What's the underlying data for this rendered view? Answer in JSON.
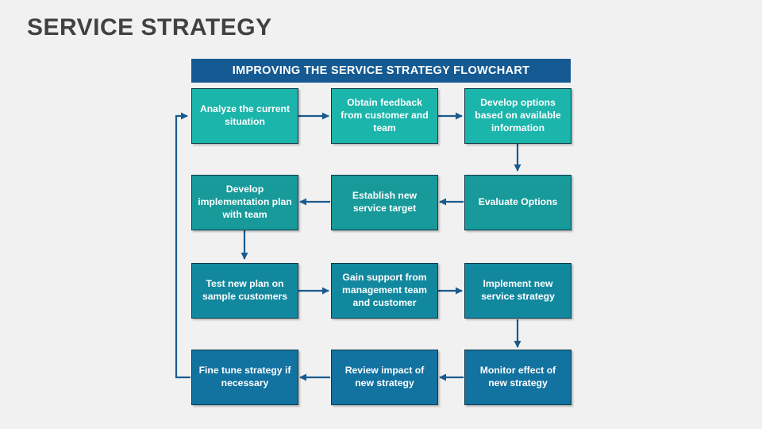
{
  "slide": {
    "title": "SERVICE STRATEGY",
    "background_color": "#f1f1f1",
    "title_color": "#414141"
  },
  "flowchart": {
    "banner_title": "IMPROVING THE SERVICE STRATEGY FLOWCHART",
    "banner_color": "#155a92",
    "connector_color": "#1a5b8f",
    "tier_colors": [
      "#1bb5ab",
      "#189a9b",
      "#12889f",
      "#1272a0"
    ],
    "nodes": [
      {
        "id": "analyze-current-situation",
        "label": "Analyze the current situation",
        "row": 1,
        "col": 1
      },
      {
        "id": "obtain-feedback",
        "label": "Obtain feedback from customer and team",
        "row": 1,
        "col": 2
      },
      {
        "id": "develop-options",
        "label": "Develop options based on available information",
        "row": 1,
        "col": 3
      },
      {
        "id": "develop-implementation-plan",
        "label": "Develop implementation plan with team",
        "row": 2,
        "col": 1
      },
      {
        "id": "establish-service-target",
        "label": "Establish new service target",
        "row": 2,
        "col": 2
      },
      {
        "id": "evaluate-options",
        "label": "Evaluate Options",
        "row": 2,
        "col": 3
      },
      {
        "id": "test-new-plan",
        "label": "Test new plan on sample customers",
        "row": 3,
        "col": 1
      },
      {
        "id": "gain-support",
        "label": "Gain support from management team and customer",
        "row": 3,
        "col": 2
      },
      {
        "id": "implement-new-strategy",
        "label": "Implement new service strategy",
        "row": 3,
        "col": 3
      },
      {
        "id": "fine-tune-strategy",
        "label": "Fine tune strategy if necessary",
        "row": 4,
        "col": 1
      },
      {
        "id": "review-impact",
        "label": "Review impact of new strategy",
        "row": 4,
        "col": 2
      },
      {
        "id": "monitor-effect",
        "label": "Monitor effect of new strategy",
        "row": 4,
        "col": 3
      }
    ],
    "edges": [
      {
        "from": "analyze-current-situation",
        "to": "obtain-feedback",
        "direction": "right"
      },
      {
        "from": "obtain-feedback",
        "to": "develop-options",
        "direction": "right"
      },
      {
        "from": "develop-options",
        "to": "evaluate-options",
        "direction": "down"
      },
      {
        "from": "evaluate-options",
        "to": "establish-service-target",
        "direction": "left"
      },
      {
        "from": "establish-service-target",
        "to": "develop-implementation-plan",
        "direction": "left"
      },
      {
        "from": "develop-implementation-plan",
        "to": "test-new-plan",
        "direction": "down"
      },
      {
        "from": "test-new-plan",
        "to": "gain-support",
        "direction": "right"
      },
      {
        "from": "gain-support",
        "to": "implement-new-strategy",
        "direction": "right"
      },
      {
        "from": "implement-new-strategy",
        "to": "monitor-effect",
        "direction": "down"
      },
      {
        "from": "monitor-effect",
        "to": "review-impact",
        "direction": "left"
      },
      {
        "from": "review-impact",
        "to": "fine-tune-strategy",
        "direction": "left"
      },
      {
        "from": "fine-tune-strategy",
        "to": "analyze-current-situation",
        "direction": "loop-left"
      }
    ]
  }
}
